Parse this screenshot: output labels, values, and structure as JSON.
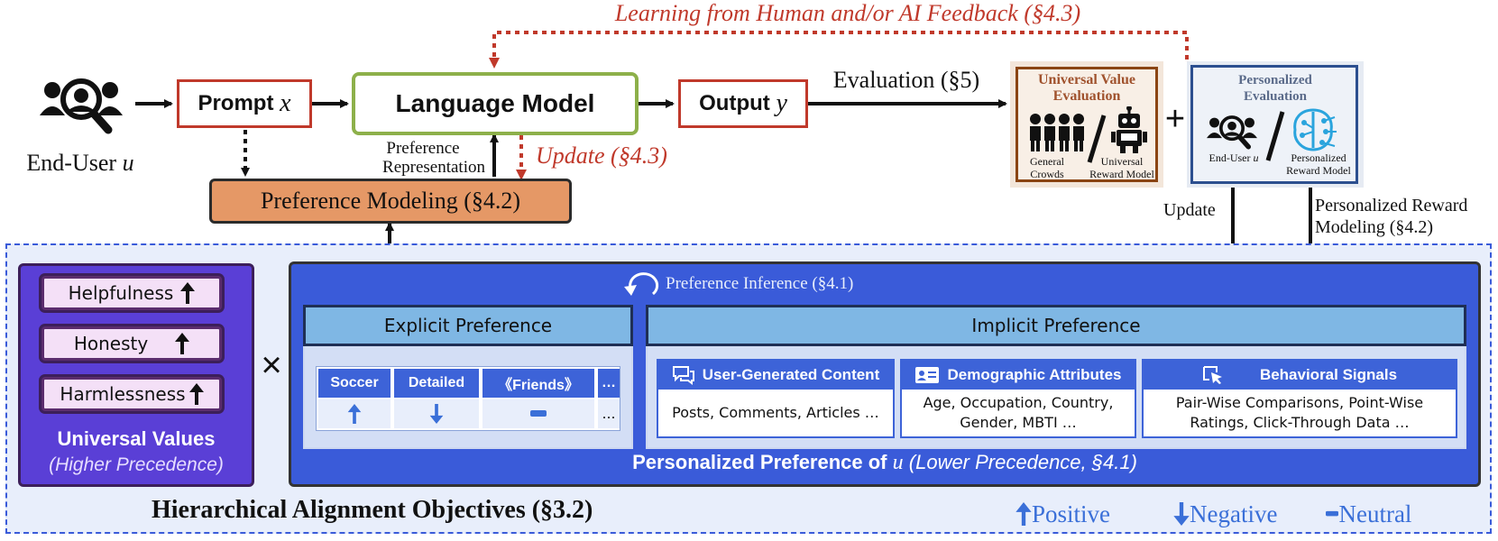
{
  "top": {
    "feedback_label": "Learning from Human and/or AI Feedback (§4.3)",
    "end_user_label": "End-User",
    "end_user_var": "u",
    "prompt_label": "Prompt",
    "prompt_var": "x",
    "language_model": "Language Model",
    "output_label": "Output",
    "output_var": "y",
    "evaluation_label": "Evaluation (§5)",
    "preference_representation_line1": "Preference",
    "preference_representation_line2": "Representation",
    "update_label": "Update (§4.3)",
    "preference_modeling": "Preference Modeling  (§4.2)",
    "universal_eval_title_line1": "Universal Value",
    "universal_eval_title_line2": "Evaluation",
    "general_crowds_line1": "General",
    "general_crowds_line2": "Crowds",
    "universal_rm_line1": "Universal",
    "universal_rm_line2": "Reward Model",
    "plus": "+",
    "personalized_eval_title_line1": "Personalized",
    "personalized_eval_title_line2": "Evaluation",
    "end_user_small": "End-User",
    "end_user_small_var": "u",
    "personalized_rm_line1": "Personalized",
    "personalized_rm_line2": "Reward Model",
    "update_small": "Update",
    "personalized_reward_modeling_line1": "Personalized Reward",
    "personalized_reward_modeling_line2": "Modeling (§4.2)"
  },
  "hierarchy": {
    "title": "Hierarchical Alignment Objectives (§3.2)",
    "universal": {
      "values": [
        "Helpfulness",
        "Honesty",
        "Harmlessness"
      ],
      "title": "Universal Values",
      "subtitle": "(Higher Precedence)"
    },
    "times": "×",
    "personalized": {
      "inference_label": "Preference Inference (§4.1)",
      "explicit_title": "Explicit Preference",
      "explicit_headers": [
        "Soccer",
        "Detailed",
        "《Friends》",
        "…"
      ],
      "explicit_more": "…",
      "implicit_title": "Implicit Preference",
      "cards": [
        {
          "title": "User-Generated Content",
          "body_line1": "Posts, Comments, Articles …",
          "body_line2": ""
        },
        {
          "title": "Demographic Attributes",
          "body_line1": "Age, Occupation, Country,",
          "body_line2": "Gender, MBTI …"
        },
        {
          "title": "Behavioral Signals",
          "body_line1": "Pair-Wise Comparisons, Point-Wise",
          "body_line2": "Ratings, Click-Through Data …"
        }
      ],
      "footer_prefix": "Personalized Preference of",
      "footer_var": "u",
      "footer_suffix": "(Lower Precedence,",
      "footer_section": "§4.1)"
    },
    "legend": {
      "positive": "Positive",
      "negative": "Negative",
      "neutral": "Neutral"
    }
  },
  "colors": {
    "accent_red": "#c0392b",
    "lm_border": "#8db04a",
    "pref_model_fill": "#e59866",
    "outer_panel": "#e8eefb",
    "personal_panel": "#3a5bd9",
    "universal_panel": "#5a3fd6",
    "card_header": "#3d63d8",
    "inner_header": "#7fb7e4",
    "legend_blue": "#3a6fd8"
  }
}
